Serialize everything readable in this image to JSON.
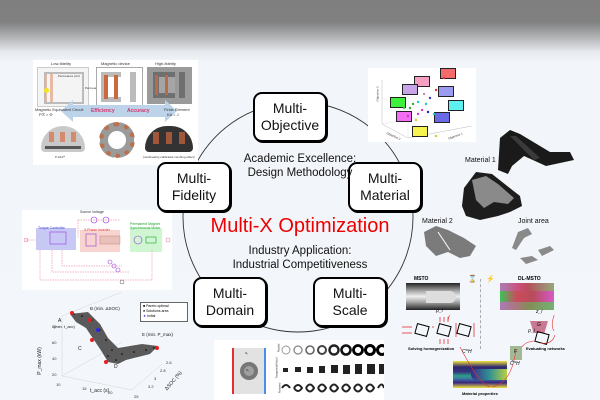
{
  "diagram": {
    "center_title": "Multi-X Optimization",
    "academic_text": "Academic Excellence:\nDesign Methodology",
    "industry_text": "Industry Application:\nIndustrial Competitiveness",
    "nodes": [
      {
        "id": "objective",
        "label": "Multi-\nObjective"
      },
      {
        "id": "fidelity",
        "label": "Multi-\nFidelity"
      },
      {
        "id": "material",
        "label": "Multi-\nMaterial"
      },
      {
        "id": "domain",
        "label": "Multi-\nDomain"
      },
      {
        "id": "scale",
        "label": "Multi-\nScale"
      }
    ],
    "colors": {
      "title": "#ee0000",
      "node_border": "#000000",
      "circle": "#333333"
    }
  },
  "fidelity_panel": {
    "low_fidelity": "Low-fidelity",
    "magnetic_device": "Magnetic device",
    "high_fidelity": "High-fidelity",
    "permeance_air": "Permeance (Air)",
    "permeance_core": "Permeance (Core)",
    "mmf": "MMF",
    "coil": "Coil",
    "core": "Core",
    "armature": "Armature",
    "magnetic_circuit": "Magnetic Equivalent Circuit",
    "magnetic_circuit_eq": "Pℛ = Φ",
    "efficiency": "Efficiency",
    "accuracy": "Accuracy",
    "finite_element": "Finite Element",
    "finite_element_eq": "KA = J",
    "caption_left": "# 1/10ᵗʰ",
    "caption_right": "(nonlinearity-calibrated meshing effect)"
  },
  "objective_panel": {
    "axis_x": "Objective 1",
    "axis_y": "Objective 2",
    "axis_z": "Objective 3"
  },
  "material_panel": {
    "material_1": "Material 1",
    "material_2": "Material 2",
    "joint_area": "Joint area"
  },
  "domain_circuit_panel": {
    "source_voltage": "Source Voltage",
    "torque_controller": "Torque Controller",
    "inverter": "3-Phase Inverter",
    "motor": "Permanent Magnet Synchronous Motor"
  },
  "domain_pareto_panel": {
    "legend": [
      "Pareto optimal",
      "Solutions area",
      "Initial"
    ],
    "point_a": "A",
    "point_a_note": "(min. t_acc)",
    "point_b": "B (min. ΔSOC)",
    "point_c": "C",
    "point_d": "D",
    "point_e": "E (min. P_max)",
    "z_label": "P_max (kW)",
    "x_label": "t_acc (s)",
    "y_label": "ΔSOC (%)",
    "z_ticks": [
      "20",
      "40",
      "60",
      "80"
    ],
    "x_ticks": [
      "10",
      "15",
      "20",
      "25"
    ],
    "y_ticks": [
      "2.6",
      "2.8",
      "3",
      "3.2"
    ]
  },
  "scale_panel": {
    "msto": "MSTO",
    "dl_msto": "DL-MSTO",
    "solving": "Solving homogenization",
    "evaluating": "Evaluating networks",
    "material_properties": "Material properties",
    "rho": "ρ_i",
    "z": "z_i",
    "g": "G",
    "f": "F",
    "c_h": "C^H",
    "c_dl": "Ĉ^H"
  },
  "topology_panel": {
    "row_labels": [
      "Radial",
      "Tangential/Axial",
      "Rotated"
    ],
    "omega_outer": "Ω₁",
    "omega_inner": "Ω₂"
  }
}
